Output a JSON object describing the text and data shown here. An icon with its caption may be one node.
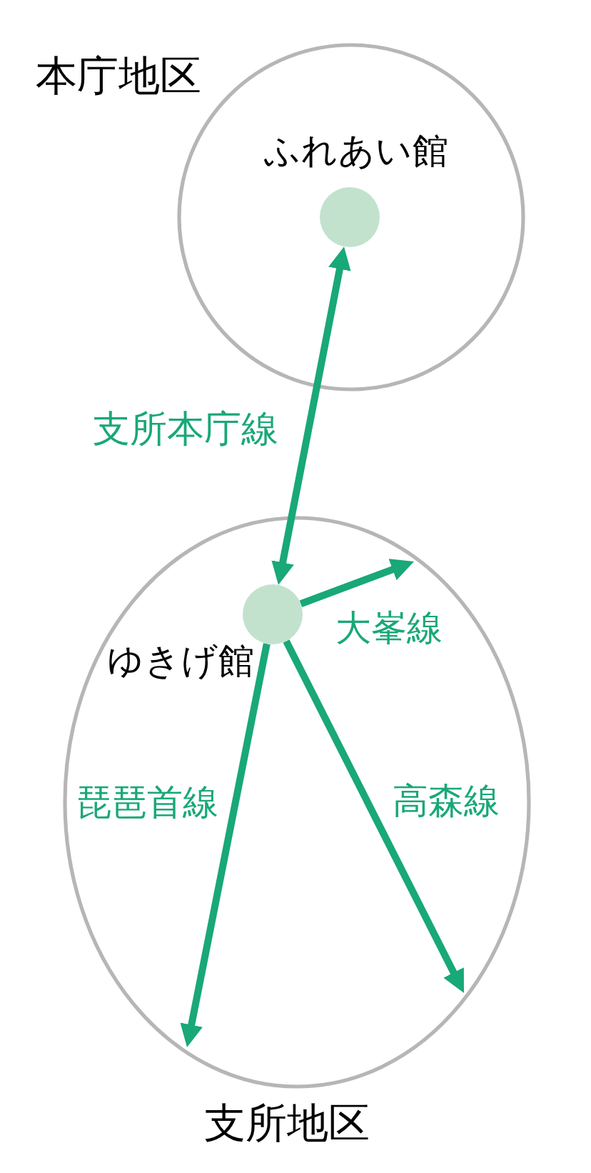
{
  "diagram": {
    "nodes": [
      {
        "text": [
          "本庁地区"
        ]
      },
      {
        "text": [],
        "shape": "circle",
        "beside": [
          "ふれあい館"
        ],
        "in": 0
      },
      {
        "text": [
          "支所地区"
        ]
      },
      {
        "text": [],
        "shape": "circle",
        "beside": [
          "ゆきげ館"
        ],
        "in": 2
      }
    ],
    "edges": [
      {
        "from": 3,
        "to": 1,
        "arrow": "both",
        "label": "支所本庁線"
      },
      {
        "from": 3,
        "to": null,
        "arrow": "to",
        "label": "大峯線"
      },
      {
        "from": 3,
        "to": null,
        "arrow": "to",
        "label": "琵琶首線"
      },
      {
        "from": 3,
        "to": null,
        "arrow": "to",
        "label": "高森線"
      }
    ]
  }
}
